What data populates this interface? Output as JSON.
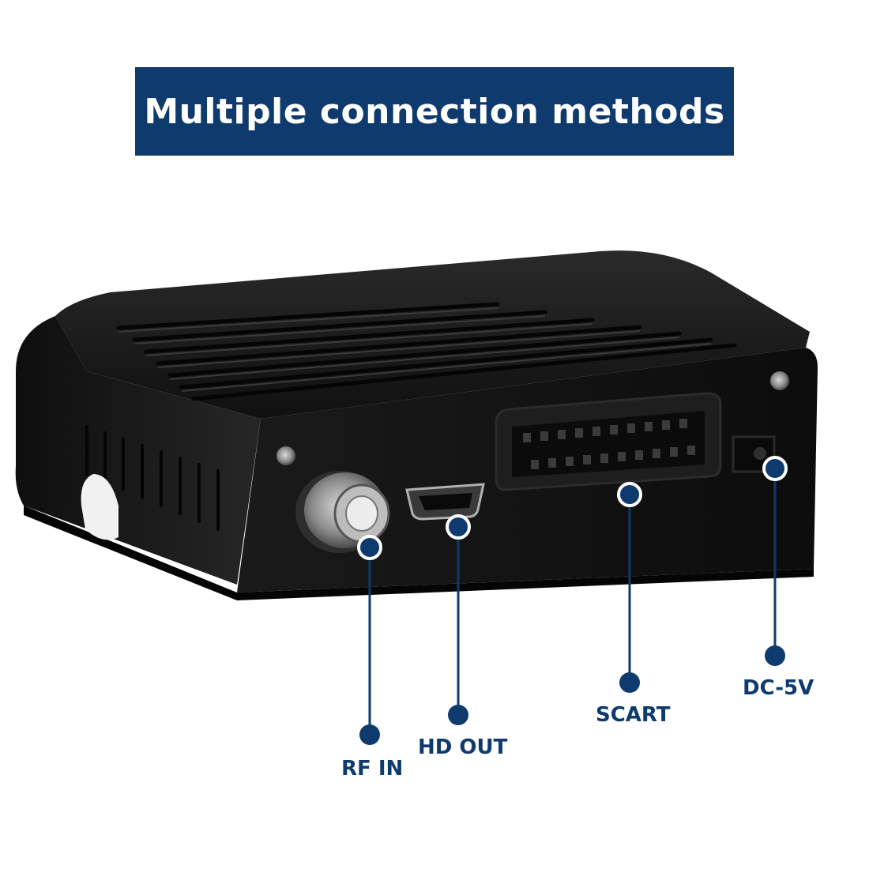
{
  "title": "Multiple connection methods",
  "colors": {
    "accent": "#0e3a6e",
    "device": "#141414"
  },
  "callouts": [
    {
      "id": "rf-in",
      "label": "RF IN"
    },
    {
      "id": "hd-out",
      "label": "HD OUT"
    },
    {
      "id": "scart",
      "label": "SCART"
    },
    {
      "id": "dc-5v",
      "label": "DC-5V"
    }
  ]
}
